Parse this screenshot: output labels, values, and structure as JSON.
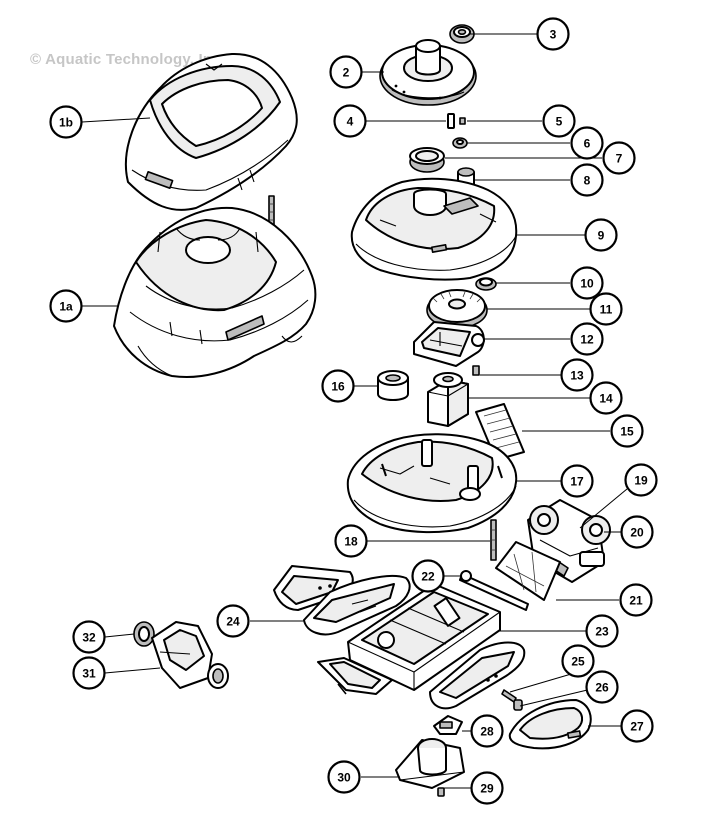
{
  "copyright": "© Aquatic Technology, Inc.",
  "callouts": [
    "3",
    "2",
    "1b",
    "4",
    "5",
    "6",
    "7",
    "8",
    "9",
    "1a",
    "10",
    "11",
    "12",
    "13",
    "16",
    "14",
    "15",
    "17",
    "19",
    "20",
    "18",
    "22",
    "21",
    "24",
    "23",
    "32",
    "31",
    "25",
    "26",
    "27",
    "28",
    "30",
    "29"
  ]
}
